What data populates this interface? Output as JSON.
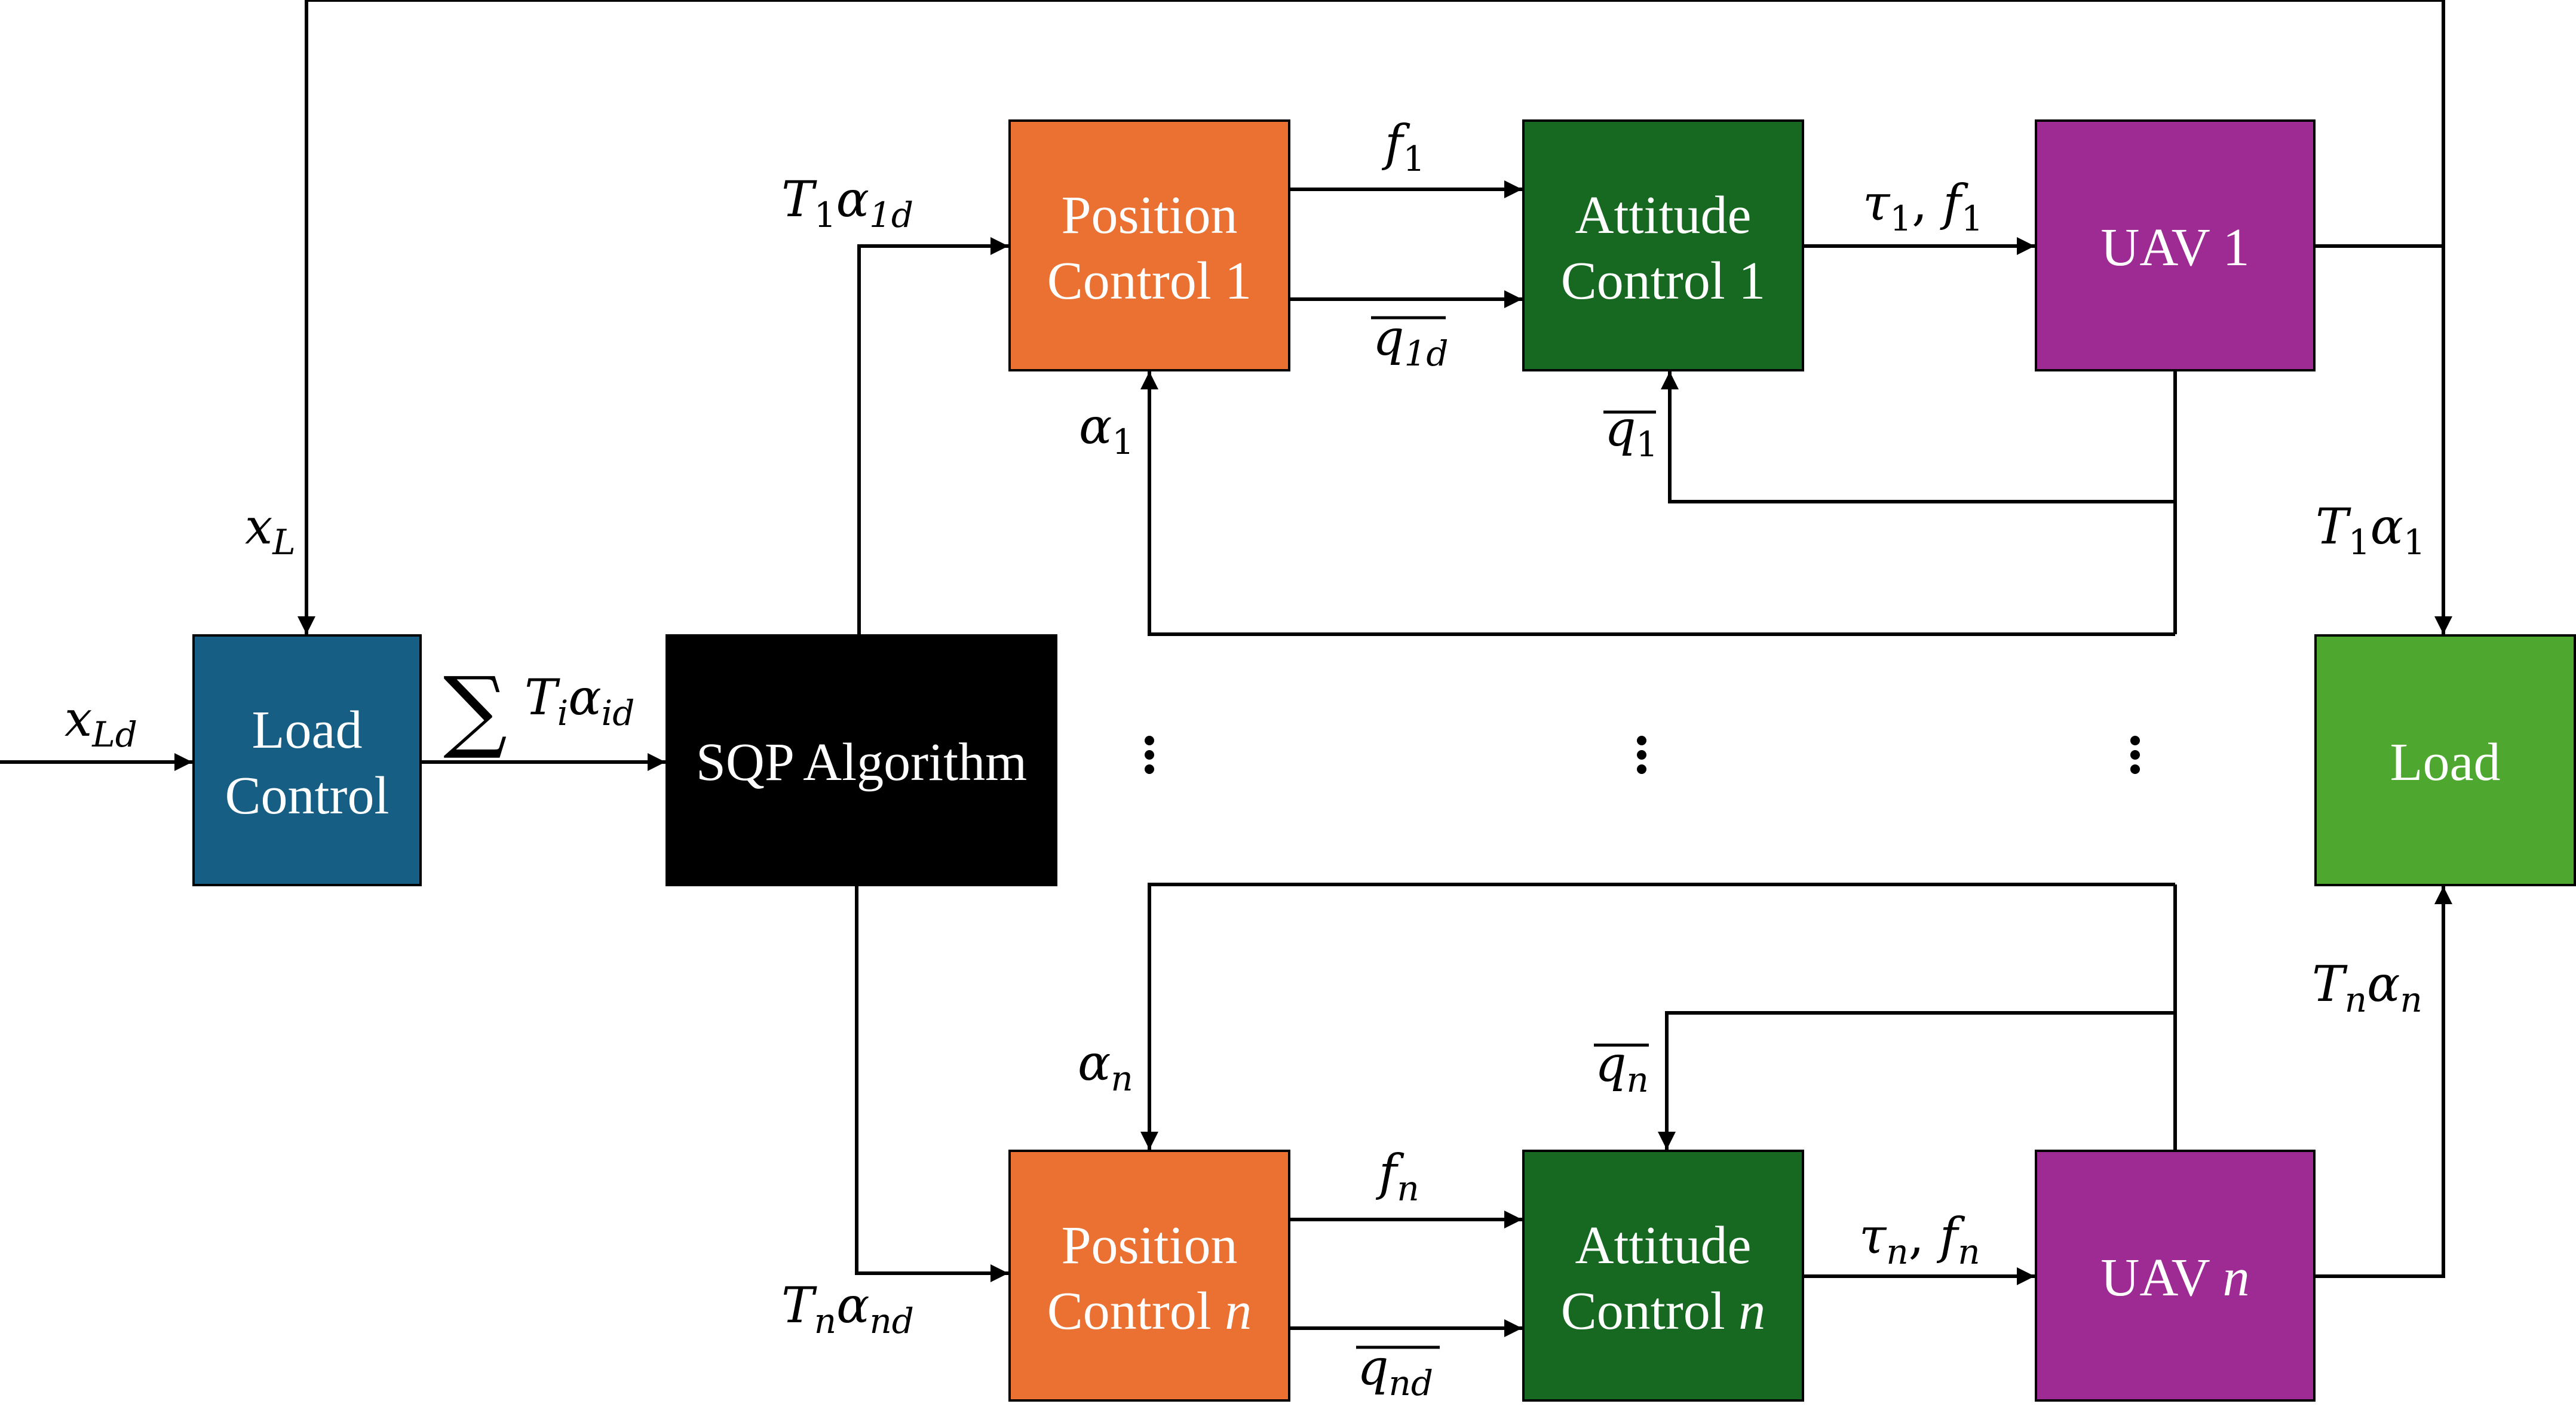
{
  "blocks": {
    "load_control": {
      "line1": "Load",
      "line2": "Control",
      "color": "#175E84"
    },
    "sqp": {
      "label": "SQP Algorithm",
      "color": "#000000"
    },
    "position_1": {
      "line1": "Position",
      "line2": "Control 1",
      "color": "#EA7132"
    },
    "attitude_1": {
      "line1": "Attitude",
      "line2": "Control 1",
      "color": "#176921"
    },
    "uav_1": {
      "label": "UAV 1",
      "color": "#9E2A94"
    },
    "position_n": {
      "line1": "Position",
      "line2_text": "Control ",
      "line2_italic": "n",
      "color": "#EA7132"
    },
    "attitude_n": {
      "line1": "Attitude",
      "line2_text": "Control ",
      "line2_italic": "n",
      "color": "#176921"
    },
    "uav_n": {
      "label_text": "UAV ",
      "label_italic": "n",
      "color": "#9E2A94"
    },
    "load": {
      "label": "Load",
      "color": "#4EA72E"
    }
  },
  "signals": {
    "x_ld": {
      "base": "x",
      "sub": "Ld"
    },
    "x_l": {
      "base": "x",
      "sub": "L"
    },
    "sum_t_alpha": {
      "sum": "∑",
      "t": "T",
      "t_sub": "i",
      "alpha": "α",
      "alpha_sub": "id"
    },
    "t1_alpha1d": {
      "t": "T",
      "t_sub": "1",
      "alpha": "α",
      "alpha_sub": "1d"
    },
    "tn_alphand": {
      "t": "T",
      "t_sub": "n",
      "alpha": "α",
      "alpha_sub": "nd"
    },
    "f1": {
      "base": "f",
      "sub": "1"
    },
    "q1d": {
      "base": "q",
      "sub": "1d"
    },
    "tau1_f1": {
      "tau": "τ",
      "tau_sub": "1",
      "sep": ", ",
      "f": "f",
      "f_sub": "1"
    },
    "alpha1": {
      "base": "α",
      "sub": "1"
    },
    "q1": {
      "base": "q",
      "sub": "1"
    },
    "t1_alpha1": {
      "t": "T",
      "t_sub": "1",
      "alpha": "α",
      "alpha_sub": "1"
    },
    "fn": {
      "base": "f",
      "sub": "n"
    },
    "qnd": {
      "base": "q",
      "sub": "nd"
    },
    "taun_fn": {
      "tau": "τ",
      "tau_sub": "n",
      "sep": ", ",
      "f": "f",
      "f_sub": "n"
    },
    "alphan": {
      "base": "α",
      "sub": "n"
    },
    "qn": {
      "base": "q",
      "sub": "n"
    },
    "tn_alphan": {
      "t": "T",
      "t_sub": "n",
      "alpha": "α",
      "alpha_sub": "n"
    }
  }
}
